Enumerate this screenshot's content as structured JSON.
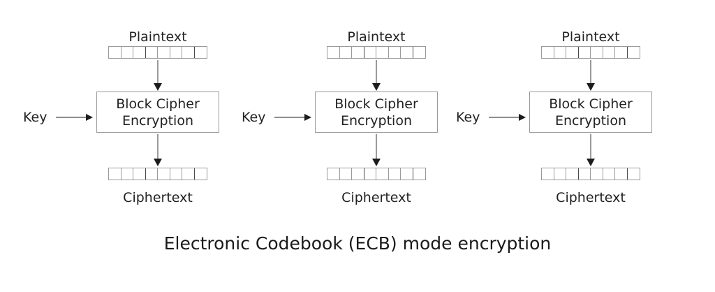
{
  "diagram": {
    "title": "Electronic Codebook (ECB) mode encryption",
    "background_color": "#ffffff",
    "text_color": "#222222",
    "box_border_color": "#9a9a9a",
    "arrow_color": "#1c1c1c",
    "arrow_shaft_color": "#9a9a9a",
    "block_cell_count": 8,
    "stages": [
      {
        "plaintext_label": "Plaintext",
        "key_label": "Key",
        "cipher_line1": "Block Cipher",
        "cipher_line2": "Encryption",
        "ciphertext_label": "Ciphertext"
      },
      {
        "plaintext_label": "Plaintext",
        "key_label": "Key",
        "cipher_line1": "Block Cipher",
        "cipher_line2": "Encryption",
        "ciphertext_label": "Ciphertext"
      },
      {
        "plaintext_label": "Plaintext",
        "key_label": "Key",
        "cipher_line1": "Block Cipher",
        "cipher_line2": "Encryption",
        "ciphertext_label": "Ciphertext"
      }
    ]
  }
}
